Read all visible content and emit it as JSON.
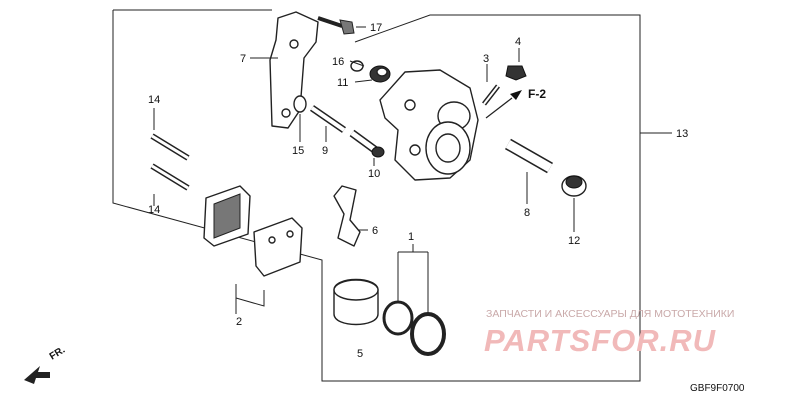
{
  "callouts": {
    "c1": "1",
    "c2": "2",
    "c3": "3",
    "c4": "4",
    "c5": "5",
    "c6": "6",
    "c7": "7",
    "c8": "8",
    "c9": "9",
    "c10": "10",
    "c11": "11",
    "c12": "12",
    "c13": "13",
    "c14a": "14",
    "c14b": "14",
    "c15": "15",
    "c16": "16",
    "c17": "17"
  },
  "ref_f2": "F-2",
  "front_marker": "FR.",
  "watermark": {
    "tagline": "ЗАПЧАСТИ И АКСЕССУАРЫ ДЛЯ МОТОТЕХНИКИ",
    "logo_text": "PARTSFOR.RU",
    "colors": {
      "tagline": "#c9a9a9",
      "logo": "#f1b9b9"
    }
  },
  "diagram_code": "GBF9F0700"
}
